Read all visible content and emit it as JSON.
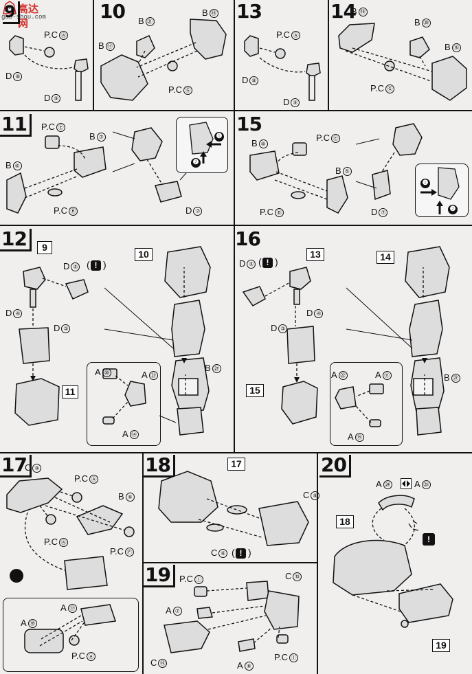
{
  "watermark": {
    "site": "高达网",
    "url": "gao-shou.com"
  },
  "steps": {
    "s9": {
      "num": "9",
      "labels": [
        "P.C",
        "Ⓐ",
        "D",
        "⑧",
        "D",
        "⑨"
      ]
    },
    "s10": {
      "num": "10",
      "labels": [
        "B",
        "㉑",
        "B",
        "⑱",
        "B",
        "⑰",
        "P.C",
        "Ⓖ"
      ]
    },
    "s13": {
      "num": "13",
      "labels": [
        "P.C",
        "Ⓐ",
        "D",
        "⑧",
        "D",
        "⑨"
      ]
    },
    "s14": {
      "num": "14",
      "labels": [
        "B",
        "⑲",
        "B",
        "⑳",
        "B",
        "⑯",
        "P.C",
        "Ⓖ"
      ]
    },
    "s11": {
      "num": "11",
      "labels": [
        "P.C",
        "Ⓔ",
        "B",
        "⑦",
        "B",
        "⑥",
        "P.C",
        "Ⓑ",
        "D",
        "⑦"
      ]
    },
    "s15": {
      "num": "15",
      "labels": [
        "B",
        "⑧",
        "P.C",
        "Ⓔ",
        "B",
        "⑤",
        "P.C",
        "Ⓑ",
        "D",
        "⑦"
      ]
    },
    "s12": {
      "num": "12",
      "ref_9": "9",
      "ref_10": "10",
      "ref_11": "11",
      "labels": [
        "D",
        "⑤",
        "D",
        "④",
        "D",
        "③",
        "A",
        "⑩",
        "A",
        "㉑",
        "A",
        "⑭",
        "B",
        "㉗"
      ]
    },
    "s16": {
      "num": "16",
      "ref_13": "13",
      "ref_14": "14",
      "ref_15": "15",
      "labels": [
        "D",
        "⑤",
        "D",
        "③",
        "D",
        "④",
        "A",
        "㉒",
        "A",
        "⑪",
        "A",
        "⑮",
        "B",
        "㉗"
      ]
    },
    "s17": {
      "num": "17",
      "labels": [
        "C",
        "⑨",
        "P.C",
        "Ⓐ",
        "B",
        "⑨",
        "P.C",
        "Ⓐ",
        "P.C",
        "Ⓕ",
        "A",
        "⑰",
        "A",
        "⑱",
        "P.C",
        "Ⓐ"
      ]
    },
    "s18": {
      "num": "18",
      "ref_17": "17",
      "labels": [
        "C",
        "⑧",
        "C",
        "⑥"
      ]
    },
    "s19": {
      "num": "19",
      "labels": [
        "P.C",
        "Ⓘ",
        "C",
        "⑮",
        "A",
        "⑦",
        "C",
        "⑯",
        "A",
        "⑧",
        "P.C",
        "Ⓘ"
      ]
    },
    "s20": {
      "num": "20",
      "ref_18": "18",
      "ref_19": "19",
      "labels": [
        "A",
        "㉔",
        "A",
        "㉕"
      ]
    }
  },
  "markers": {
    "warning": "!",
    "step_one": "❶",
    "step_two": "❷"
  }
}
